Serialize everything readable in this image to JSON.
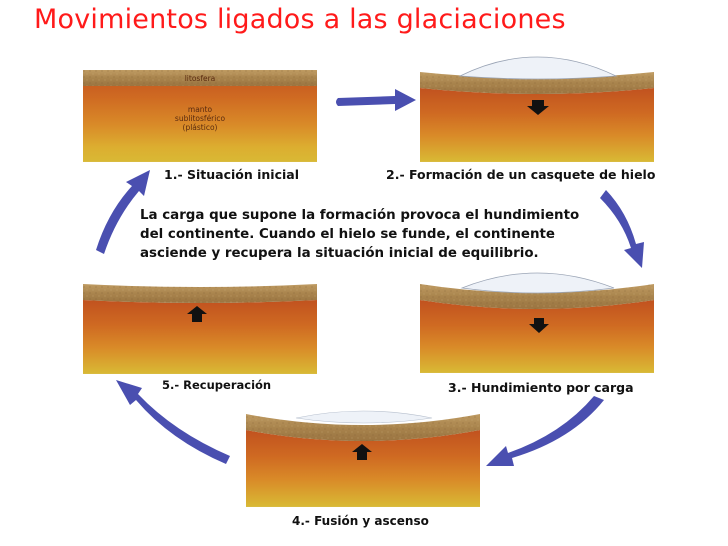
{
  "title": "Movimientos ligados a las glaciaciones",
  "description": [
    "La carga que supone la formación provoca el hundimiento",
    "del continente. Cuando el hielo se funde, el continente",
    "asciende y recupera la situación inicial de equilibrio."
  ],
  "panels": [
    {
      "caption": "1.- Situación inicial",
      "label_lithosphere": "litosfera",
      "label_mantle": [
        "manto",
        "sublitosférico",
        "(plástico)"
      ]
    },
    {
      "caption": "2.- Formación de un casquete de hielo"
    },
    {
      "caption": "3.- Hundimiento por carga"
    },
    {
      "caption": "4.- Fusión y ascenso"
    },
    {
      "caption": "5.- Recuperación"
    }
  ],
  "colors": {
    "title": "#ff1a1a",
    "cycle_arrow": "#4a4fb0",
    "lithosphere": "#a8824a",
    "ice": "#eef2f8",
    "mantle_top": "#c1521f",
    "mantle_bottom": "#d9b834"
  },
  "icons": {
    "down": "down-arrow-icon",
    "up": "up-arrow-icon"
  }
}
